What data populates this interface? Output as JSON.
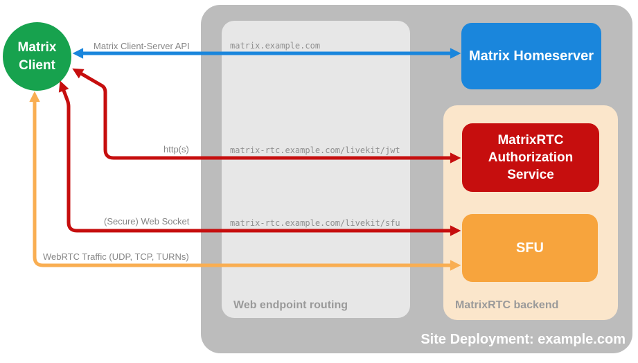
{
  "colors": {
    "green": "#17a24e",
    "blue": "#1a86dc",
    "red": "#c60e0e",
    "orange": "#f7a43d",
    "orange-arrow": "#f9ae52",
    "peach": "#fbe6cb",
    "gray-outer": "#bcbcbc",
    "gray-inner": "#e7e7e7",
    "label-gray": "#868686",
    "url-gray": "#8f8f8f",
    "section-gray": "#9a9a9a"
  },
  "nodes": {
    "matrix_client": {
      "lines": [
        "Matrix",
        "Client"
      ]
    },
    "matrix_homeserver": {
      "label": "Matrix Homeserver"
    },
    "matrixrtc_auth": {
      "lines": [
        "MatrixRTC",
        "Authorization",
        "Service"
      ]
    },
    "sfu": {
      "label": "SFU"
    }
  },
  "containers": {
    "site": {
      "label": "Site Deployment: example.com"
    },
    "routing": {
      "label": "Web endpoint routing"
    },
    "backend": {
      "label": "MatrixRTC backend"
    }
  },
  "edges": {
    "cs_api": {
      "label": "Matrix Client-Server API",
      "route": "matrix.example.com"
    },
    "http": {
      "label": "http(s)",
      "route": "matrix-rtc.example.com/livekit/jwt"
    },
    "websocket": {
      "label": "(Secure) Web Socket",
      "route": "matrix-rtc.example.com/livekit/sfu"
    },
    "webrtc": {
      "label": "WebRTC Traffic (UDP, TCP, TURNs)"
    }
  }
}
